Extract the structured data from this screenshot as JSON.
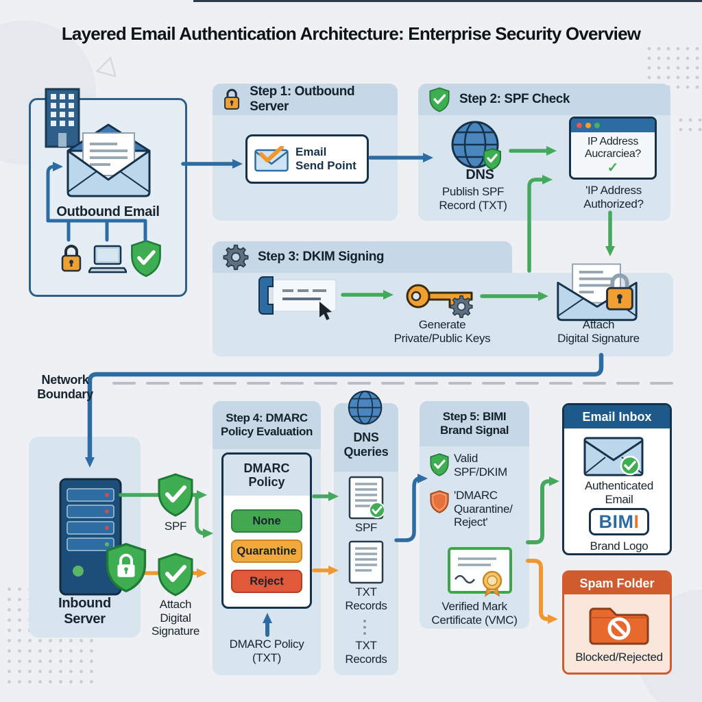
{
  "title": "Layered Email Authentication Architecture: Enterprise Security Overview",
  "outbound": {
    "label": "Outbound Email"
  },
  "step1": {
    "header": "Step 1: Outbound Server",
    "node": "Email\nSend Point"
  },
  "step2": {
    "header": "Step 2: SPF Check",
    "dns": "DNS",
    "dns_sub": "Publish SPF\nRecord (TXT)",
    "window_text": "IP Address\nAucrarciea?",
    "window_check": "✓",
    "caption": "'IP Address\nAuthorized?"
  },
  "step3": {
    "header": "Step 3: DKIM Signing",
    "generate": "Generate\nPrivate/Public Keys",
    "attach": "Attach\nDigital Signature"
  },
  "boundary": "Network\nBoundary",
  "inbound": {
    "server": "Inbound\nServer",
    "spf": "SPF",
    "attach": "Attach\nDigital\nSignature"
  },
  "step4": {
    "header": "Step 4: DMARC\nPolicy Evaluation",
    "box_title": "DMARC\nPolicy",
    "policies": [
      {
        "label": "None",
        "color": "#43a84f"
      },
      {
        "label": "Quarantine",
        "color": "#f2a93b"
      },
      {
        "label": "Reject",
        "color": "#e2593a"
      }
    ],
    "txt": "DMARC Policy\n(TXT)"
  },
  "dnsq": {
    "title": "DNS\nQueries",
    "spf": "SPF",
    "txt_records": "TXT\nRecords"
  },
  "step5": {
    "header": "Step 5: BIMI\nBrand Signal",
    "valid": "Valid\nSPF/DKIM",
    "dmarc": "'DMARC\nQuarantine/\nReject'",
    "vmc": "Verified Mark\nCertificate (VMC)"
  },
  "inbox": {
    "header": "Email Inbox",
    "auth": "Authenticated\nEmail",
    "bimi_blue": "BIM",
    "bimi_orange": "I",
    "brand": "Brand Logo"
  },
  "spam": {
    "header": "Spam Folder",
    "label": "Blocked/Rejected"
  },
  "colors": {
    "flow_blue": "#2d6ca3",
    "flow_green": "#44a95c",
    "flow_orange": "#f0982f",
    "panel_body": "#d9e5ee",
    "panel_header": "#c6d7e5",
    "inbox_header": "#1d5a8a",
    "spam_header": "#cf5b2e",
    "policy_none": "#43a84f",
    "policy_quarantine": "#f2a93b",
    "policy_reject": "#e2593a"
  }
}
